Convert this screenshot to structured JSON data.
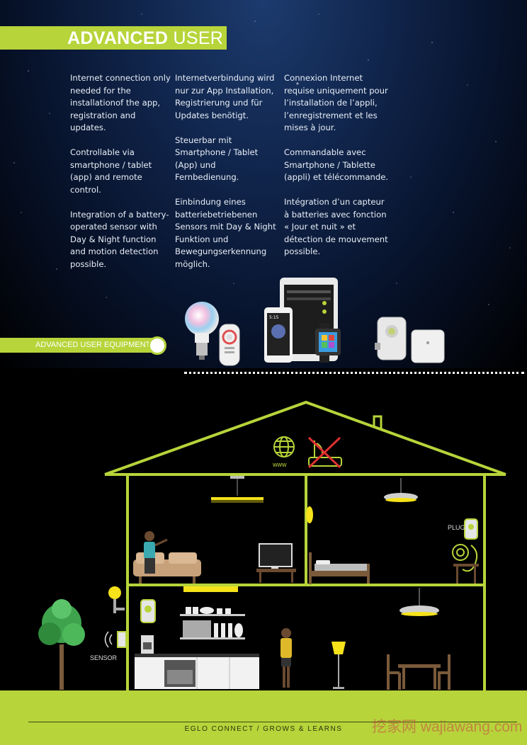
{
  "title": {
    "bold": "ADVANCED",
    "light": "USER"
  },
  "columns": {
    "english": [
      "Internet connection only needed for the installationof the app, registration and updates.",
      "Controllable via smartphone / tablet (app) and remote control.",
      "Integration of a battery-operated sensor with Day & Night function and motion detection possible."
    ],
    "german": [
      "Internetverbindung wird nur zur App Installation, Registrierung und für Updates benötigt.",
      "Steuerbar mit Smartphone / Tablet (App) und Fernbedienung.",
      "Einbindung eines batteriebetriebenen Sensors mit Day & Night Funktion und Bewegungserkennung möglich."
    ],
    "french": [
      "Connexion Internet requise uniquement pour l’installation de l’appli, l’enregistrement et les mises à jour.",
      "Commandable avec Smartphone / Tablette (appli) et télécommande.",
      "Intégration d’un capteur à batteries avec fonction « Jour et nuit » et détection de mouvement possible."
    ]
  },
  "equipment_label": "ADVANCED USER EQUIPMENT",
  "scene_labels": {
    "www": "www",
    "plug": "PLUG",
    "sensor": "SENSOR",
    "phone_time": "5:15"
  },
  "footer": "EGLO CONNECT / GROWS & LEARNS",
  "watermark": "挖家网 wajiawang.com",
  "colors": {
    "accent": "#b7d43a",
    "light": "#f5e21a",
    "sky": "#10244a"
  }
}
